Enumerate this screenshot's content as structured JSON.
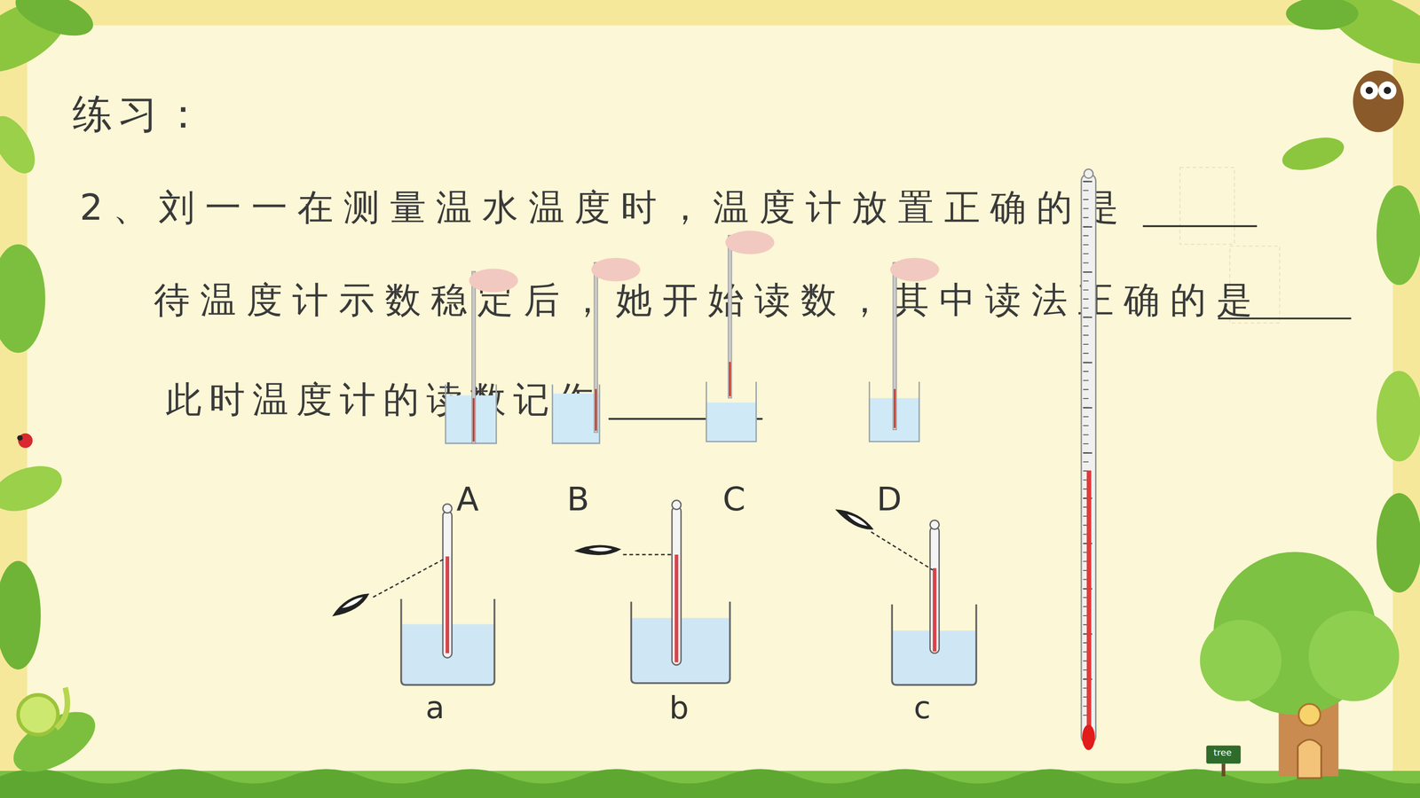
{
  "diagram": {
    "title": "练习：",
    "labels": [
      "2、刘一一在测量温水温度时，温度计放置正确的是",
      "待温度计示数稳定后，她开始读数，其中读法正确的是",
      "此时温度计的读数记作",
      "A",
      "B",
      "C",
      "D",
      "a",
      "b",
      "c",
      "tree"
    ]
  }
}
